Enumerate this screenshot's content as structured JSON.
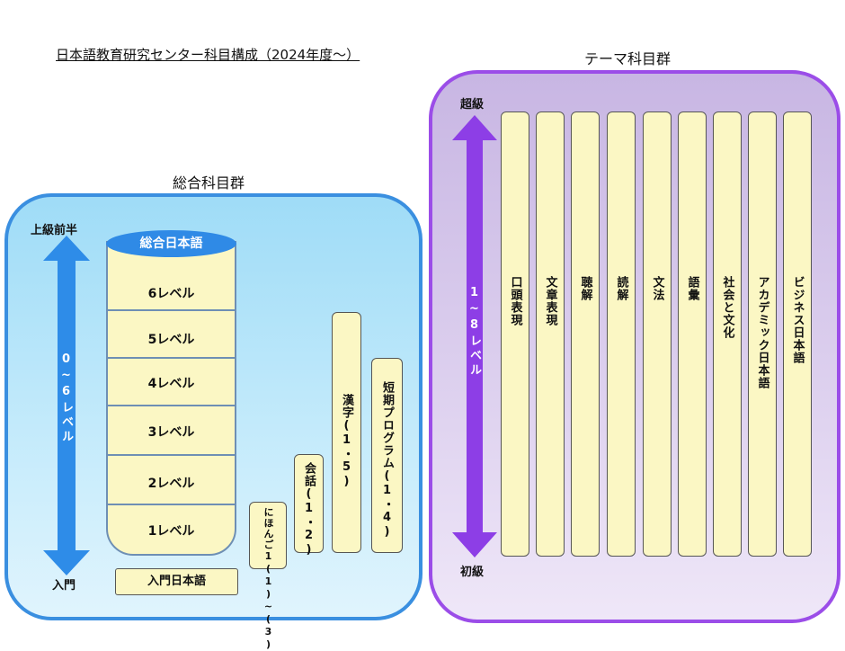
{
  "title": "日本語教育研究センター科目構成（2024年度～）",
  "general_group": {
    "title": "総合科目群",
    "arrow_top": "上級前半",
    "arrow_bottom": "入門",
    "arrow_range": "0~6レベル",
    "cylinder_title": "総合日本語",
    "levels": [
      "6レベル",
      "5レベル",
      "4レベル",
      "3レベル",
      "2レベル",
      "1レベル"
    ],
    "intro": "入門日本語",
    "bars": [
      {
        "label": "にほんご1(1)~(3)"
      },
      {
        "label": "会話(1・2)"
      },
      {
        "label": "漢字(1・5)"
      },
      {
        "label": "短期プログラム(1・4)"
      }
    ],
    "colors": {
      "frame": "#3a8fe0",
      "arrow": "#2e8ce8",
      "card": "#fbf7c4",
      "cap": "#2f8ae6"
    }
  },
  "theme_group": {
    "title": "テーマ科目群",
    "arrow_top": "超級",
    "arrow_bottom": "初級",
    "arrow_range": "1~8レベル",
    "subjects": [
      "口頭表現",
      "文章表現",
      "聴解",
      "読解",
      "文法",
      "語彙",
      "社会と文化",
      "アカデミック日本語",
      "ビジネス日本語"
    ],
    "colors": {
      "frame": "#9b4de8",
      "arrow": "#8d3ee6"
    }
  }
}
